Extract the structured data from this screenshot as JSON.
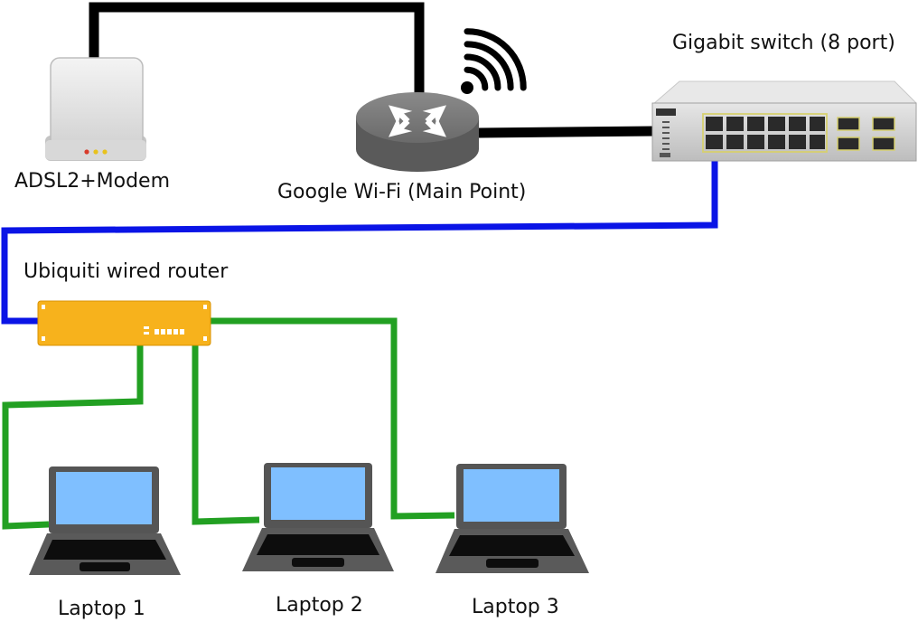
{
  "labels": {
    "modem": "ADSL2+Modem",
    "wifi": "Google Wi-Fi (Main Point)",
    "switch": "Gigabit switch (8 port)",
    "router": "Ubiquiti wired router",
    "laptop1": "Laptop 1",
    "laptop2": "Laptop 2",
    "laptop3": "Laptop 3"
  },
  "colors": {
    "cable_black": "#000000",
    "cable_blue": "#0a14e6",
    "cable_green": "#22a022",
    "router_body": "#f7b21c",
    "screen": "#7fbfff"
  }
}
